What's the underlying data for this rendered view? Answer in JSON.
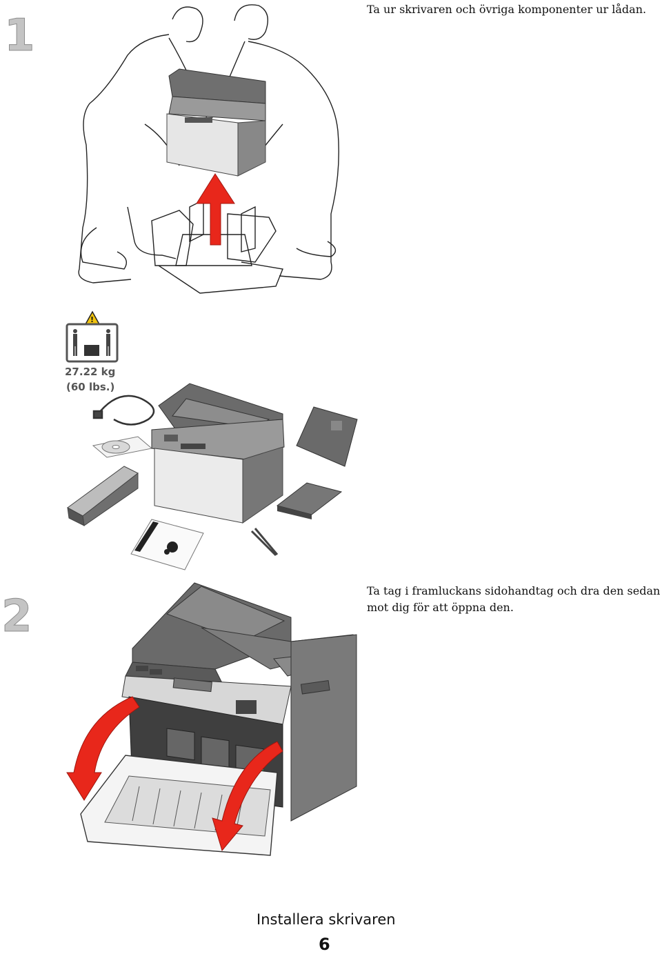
{
  "step1": {
    "number": "1",
    "instruction": "Ta ur skrivaren och övriga komponenter ur lådan."
  },
  "weight_label": {
    "kg": "27.22 kg",
    "lbs": "(60 lbs.)"
  },
  "step2": {
    "number": "2",
    "instruction_line1": "Ta tag i framluckans sidohandtag och dra den sedan",
    "instruction_line2": "mot dig för att öppna den."
  },
  "footer": {
    "section_title": "Installera skrivaren",
    "page_number": "6"
  },
  "colors": {
    "arrow_red": "#e8271b",
    "printer_gray": "#7a7a7a",
    "step_number_gray": "#c4c4c4"
  },
  "icons": [
    "two-person-lift-warning-icon",
    "caution-triangle-icon",
    "up-arrow-icon",
    "open-door-arrow-icon"
  ]
}
